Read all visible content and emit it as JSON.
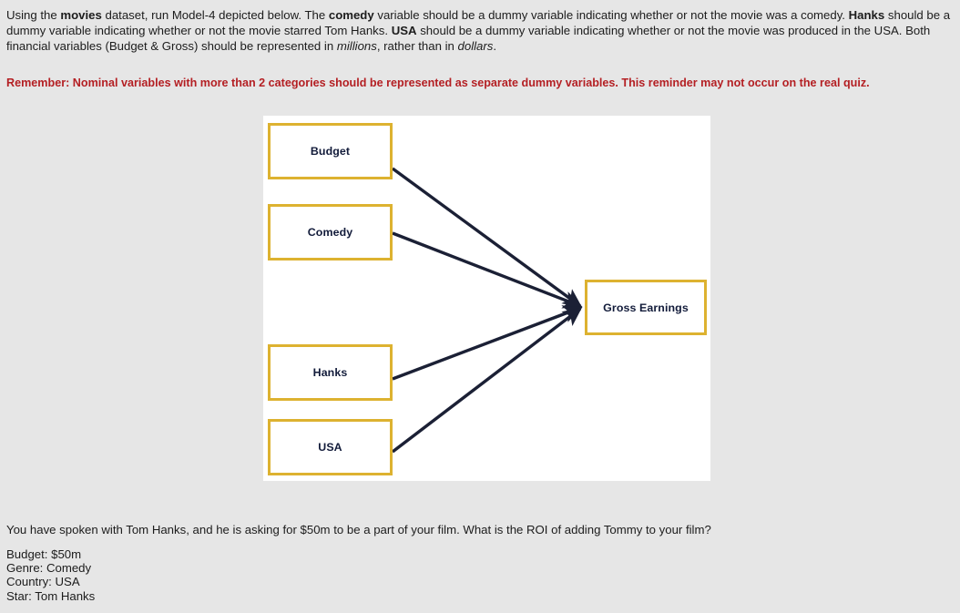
{
  "prompt": {
    "segments": [
      {
        "text": "Using the ",
        "style": "normal"
      },
      {
        "text": "movies",
        "style": "bold"
      },
      {
        "text": " dataset, run Model-4 depicted below. The ",
        "style": "normal"
      },
      {
        "text": "comedy",
        "style": "bold"
      },
      {
        "text": " variable should be a dummy variable indicating whether or not the movie was a comedy. ",
        "style": "normal"
      },
      {
        "text": "Hanks",
        "style": "bold"
      },
      {
        "text": " should be a dummy variable indicating whether or not the movie starred Tom Hanks. ",
        "style": "normal"
      },
      {
        "text": "USA",
        "style": "bold"
      },
      {
        "text": " should be a dummy variable indicating whether or not the movie was produced in the USA. Both financial variables (Budget & Gross) should be represented in ",
        "style": "normal"
      },
      {
        "text": "millions",
        "style": "italic"
      },
      {
        "text": ", rather than in ",
        "style": "normal"
      },
      {
        "text": "dollars",
        "style": "italic"
      },
      {
        "text": ".",
        "style": "normal"
      }
    ]
  },
  "reminder": {
    "text": "Remember: Nominal variables with more than 2 categories should be represented as separate dummy variables. This reminder may not occur on the real quiz.",
    "color": "#b41f23"
  },
  "diagram": {
    "title": "Model-4 path diagram",
    "panel_background": "#ffffff",
    "box_border_color": "#ddb230",
    "label_color": "#121b3a",
    "arrow_color": "#1b2035",
    "predictors": [
      {
        "id": "budget",
        "label": "Budget"
      },
      {
        "id": "comedy",
        "label": "Comedy"
      },
      {
        "id": "hanks",
        "label": "Hanks"
      },
      {
        "id": "usa",
        "label": "USA"
      }
    ],
    "outcome": {
      "id": "gross",
      "label": "Gross Earnings"
    },
    "edges": [
      {
        "from": "budget",
        "to": "gross"
      },
      {
        "from": "comedy",
        "to": "gross"
      },
      {
        "from": "hanks",
        "to": "gross"
      },
      {
        "from": "usa",
        "to": "gross"
      }
    ]
  },
  "closing": {
    "question": "You have spoken with Tom Hanks, and he is asking for $50m to be a part of your film. What is the ROI of adding Tommy to your film?",
    "specs": [
      "Budget: $50m",
      "Genre: Comedy",
      "Country: USA",
      "Star: Tom Hanks"
    ]
  },
  "page": {
    "background_color": "#e6e6e6"
  }
}
